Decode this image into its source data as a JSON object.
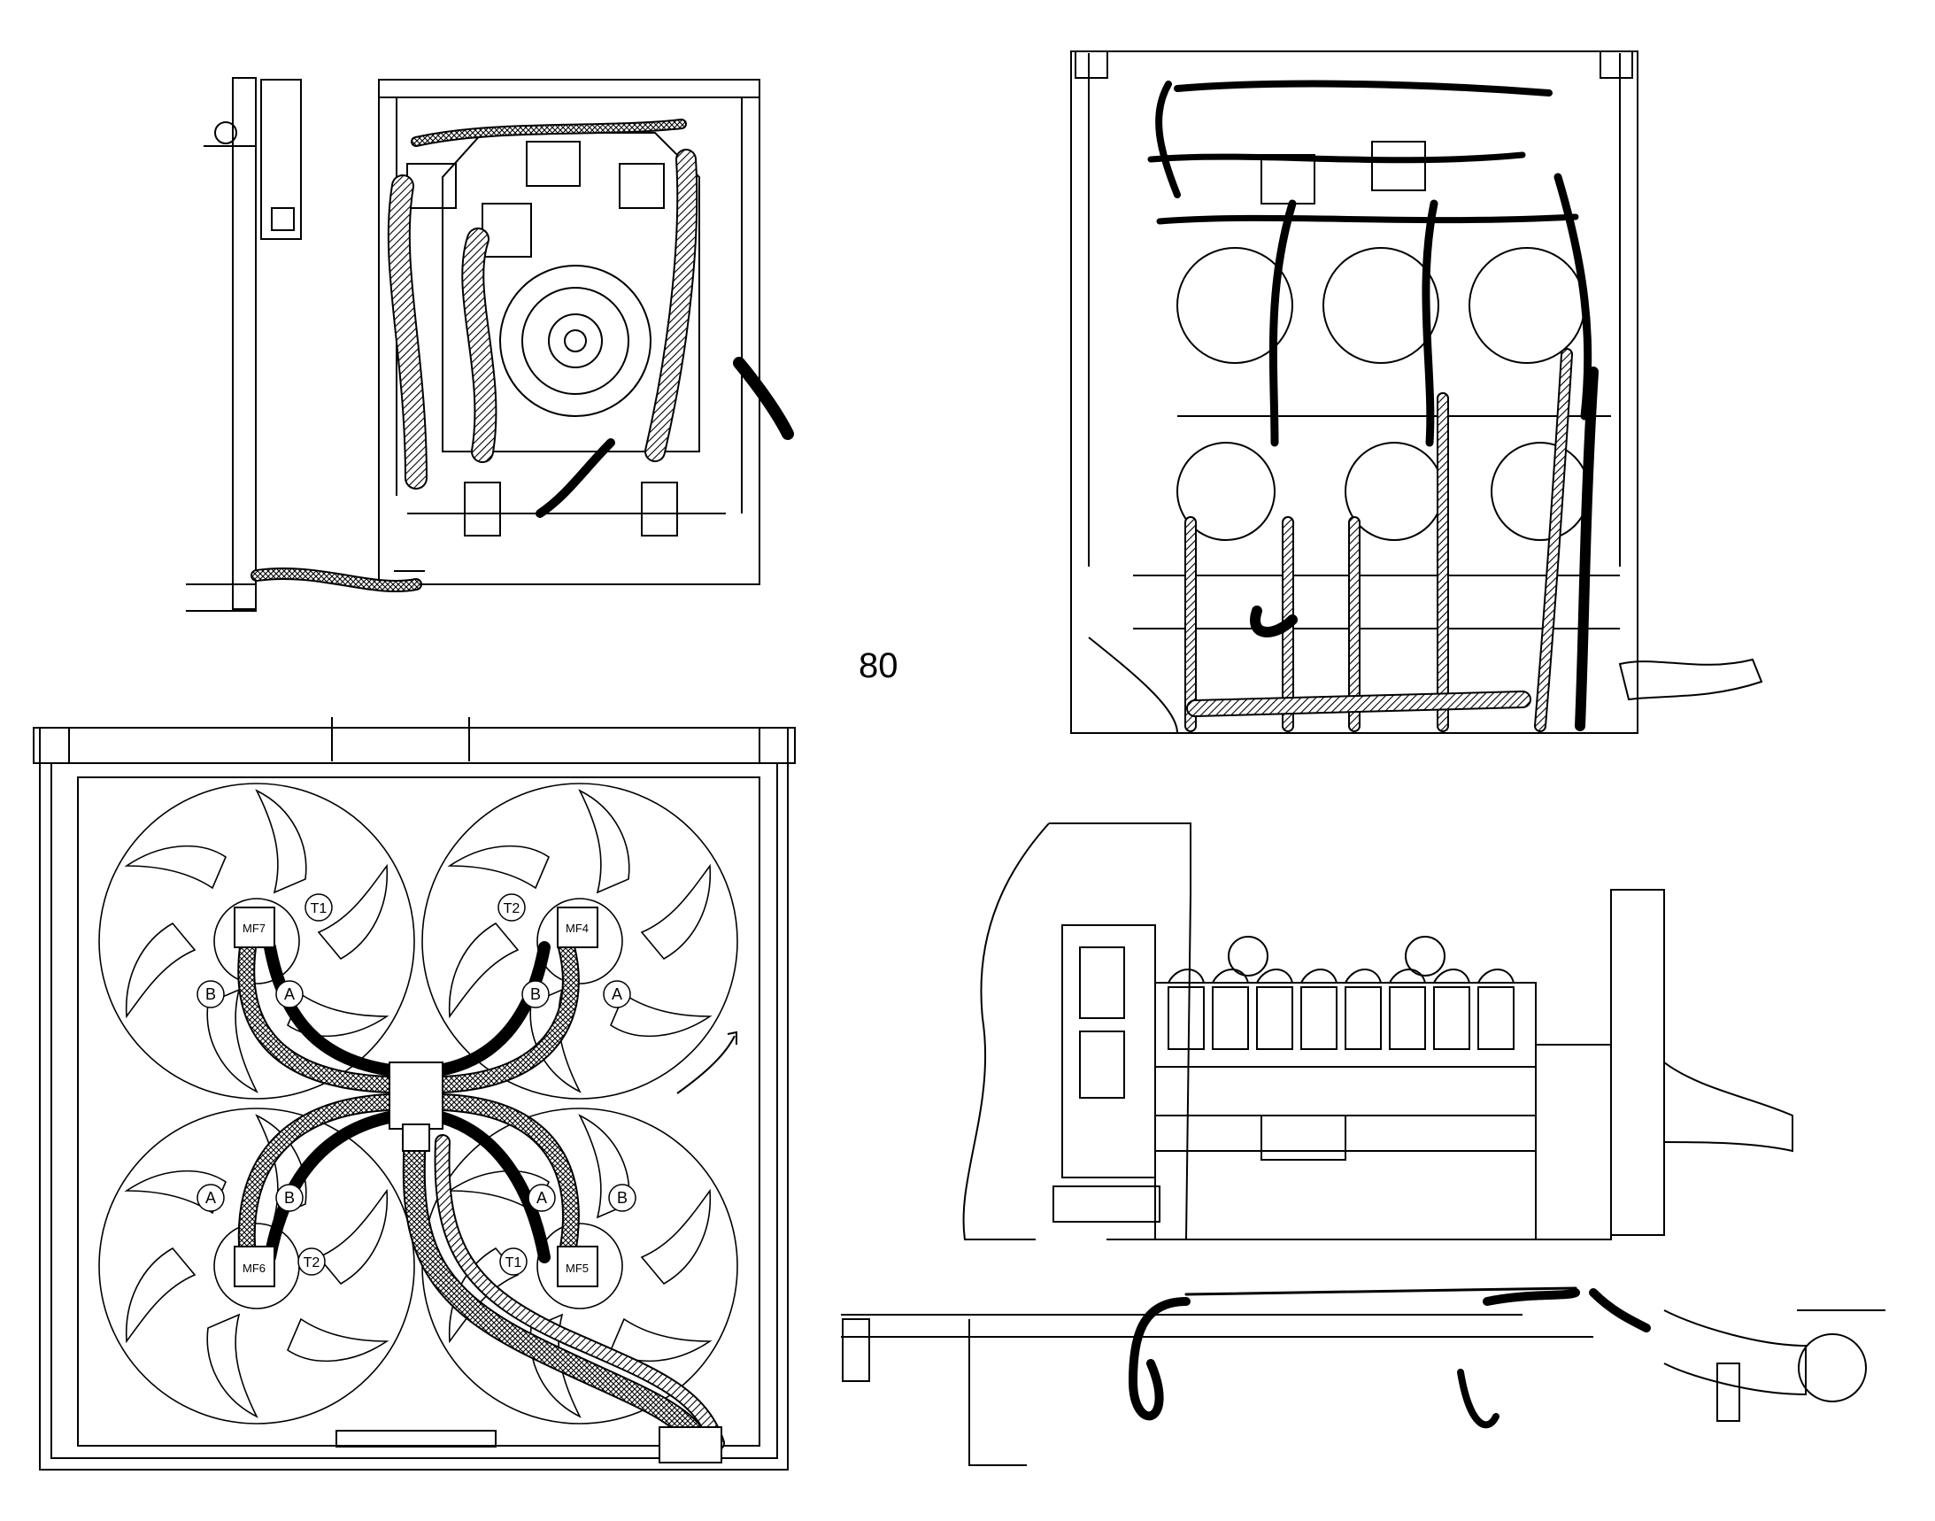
{
  "page": {
    "number": "80"
  },
  "fan_assembly": {
    "motors": [
      {
        "label": "MF7",
        "port_a": "A",
        "port_b": "B",
        "tap": "T1"
      },
      {
        "label": "MF4",
        "port_a": "A",
        "port_b": "B",
        "tap": "T2"
      },
      {
        "label": "MF6",
        "port_a": "A",
        "port_b": "B",
        "tap": "T2"
      },
      {
        "label": "MF5",
        "port_a": "A",
        "port_b": "B",
        "tap": "T1"
      }
    ]
  },
  "colors": {
    "line": "#000000",
    "background": "#ffffff",
    "hose_fill": "#555555"
  }
}
